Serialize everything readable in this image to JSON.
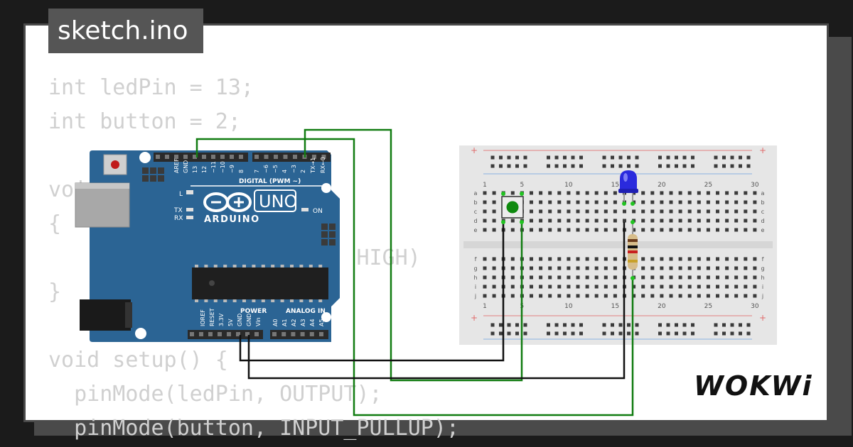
{
  "tab": {
    "title": "sketch.ino"
  },
  "code": {
    "lines": [
      "int ledPin = 13;",
      "int button = 2;",
      "",
      "void",
      "{",
      "                    in, HIGH)",
      "}",
      "",
      "void setup() {",
      "  pinMode(ledPin, OUTPUT);",
      "  pinMode(button, INPUT_PULLUP);"
    ]
  },
  "arduino": {
    "brand": "ARDUINO",
    "model": "UNO",
    "digital_label": "DIGITAL (PWM ~)",
    "power_label": "POWER",
    "analog_label": "ANALOG IN",
    "on_label": "ON",
    "l_label": "L",
    "tx_label": "TX",
    "rx_label": "RX",
    "digital_pins": [
      "AREF",
      "GND",
      "13",
      "12",
      "~11",
      "~10",
      "~9",
      "8",
      "7",
      "~6",
      "~5",
      "4",
      "~3",
      "2",
      "TX→1",
      "RX←0"
    ],
    "power_pins": [
      "IOREF",
      "RESET",
      "3.3V",
      "5V",
      "GND",
      "GND",
      "Vin"
    ],
    "analog_pins": [
      "A0",
      "A1",
      "A2",
      "A3",
      "A4",
      "A5"
    ],
    "board_color": "#2b6494"
  },
  "breadboard": {
    "top_numbers": [
      "1",
      "5",
      "10",
      "15",
      "20",
      "25",
      "30"
    ],
    "rows_top": [
      "a",
      "b",
      "c",
      "d",
      "e"
    ],
    "rows_bottom": [
      "f",
      "g",
      "h",
      "i",
      "j"
    ]
  },
  "colors": {
    "wire_green": "#117c11",
    "wire_black": "#111111",
    "led_blue": "#2a2add",
    "button_cap": "#0f8a0f"
  },
  "brand": {
    "logo": "WOKWi"
  }
}
